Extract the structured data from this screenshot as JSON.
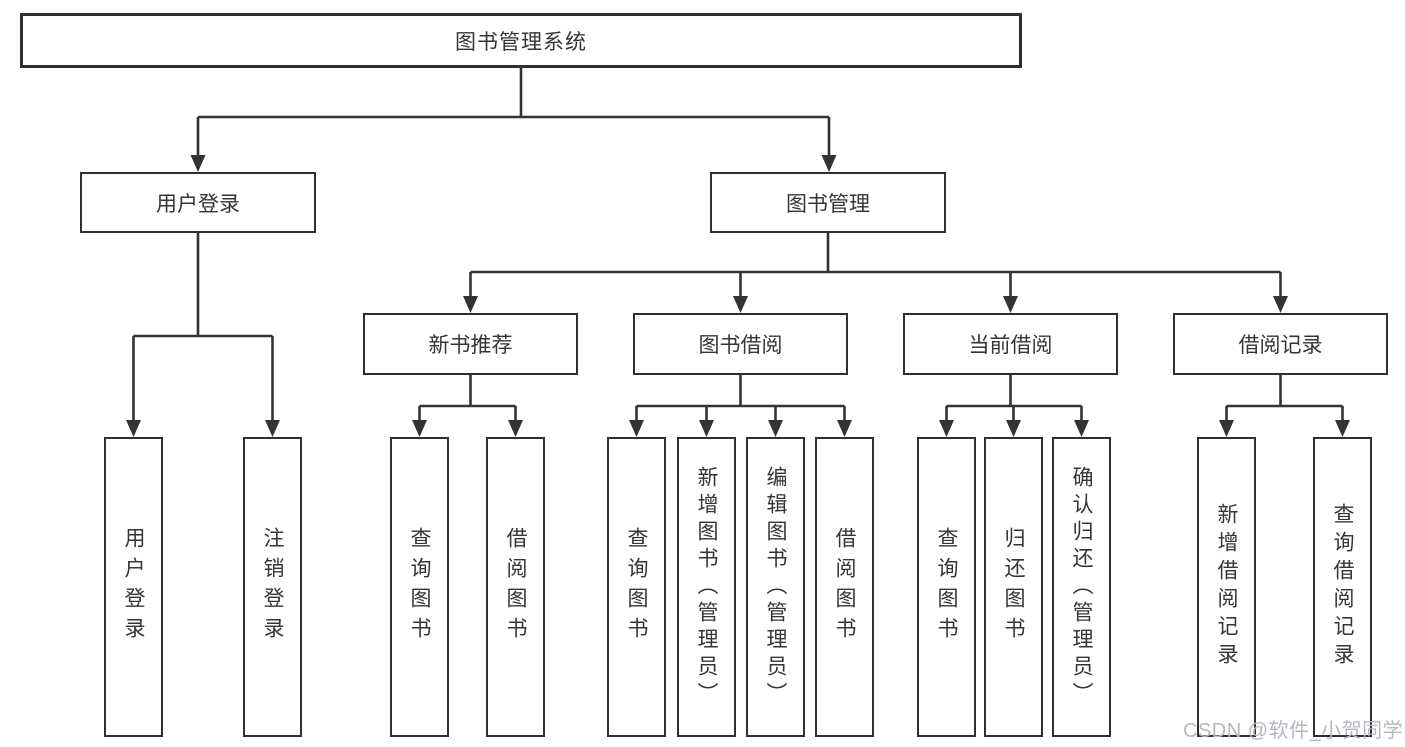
{
  "diagram": {
    "type": "hierarchy-tree",
    "title": "图书管理系统",
    "colors": {
      "line": "#333333",
      "box_border": "#2f2f2f",
      "text": "#353535",
      "background": "#ffffff",
      "watermark": "#b6b7bf"
    },
    "tree": {
      "root": {
        "label": "图书管理系统"
      },
      "branches": [
        {
          "label": "用户登录",
          "children": [
            {
              "label": "用户登录"
            },
            {
              "label": "注销登录"
            }
          ]
        },
        {
          "label": "图书管理",
          "children": [
            {
              "label": "新书推荐",
              "children": [
                {
                  "label": "查询图书"
                },
                {
                  "label": "借阅图书"
                }
              ]
            },
            {
              "label": "图书借阅",
              "children": [
                {
                  "label": "查询图书"
                },
                {
                  "label": "新增图书（管理员）"
                },
                {
                  "label": "编辑图书（管理员）"
                },
                {
                  "label": "借阅图书"
                }
              ]
            },
            {
              "label": "当前借阅",
              "children": [
                {
                  "label": "查询图书"
                },
                {
                  "label": "归还图书"
                },
                {
                  "label": "确认归还（管理员）"
                }
              ]
            },
            {
              "label": "借阅记录",
              "children": [
                {
                  "label": "新增借阅记录"
                },
                {
                  "label": "查询借阅记录"
                }
              ]
            }
          ]
        }
      ]
    },
    "watermark": "CSDN @软件_小贺同学"
  }
}
